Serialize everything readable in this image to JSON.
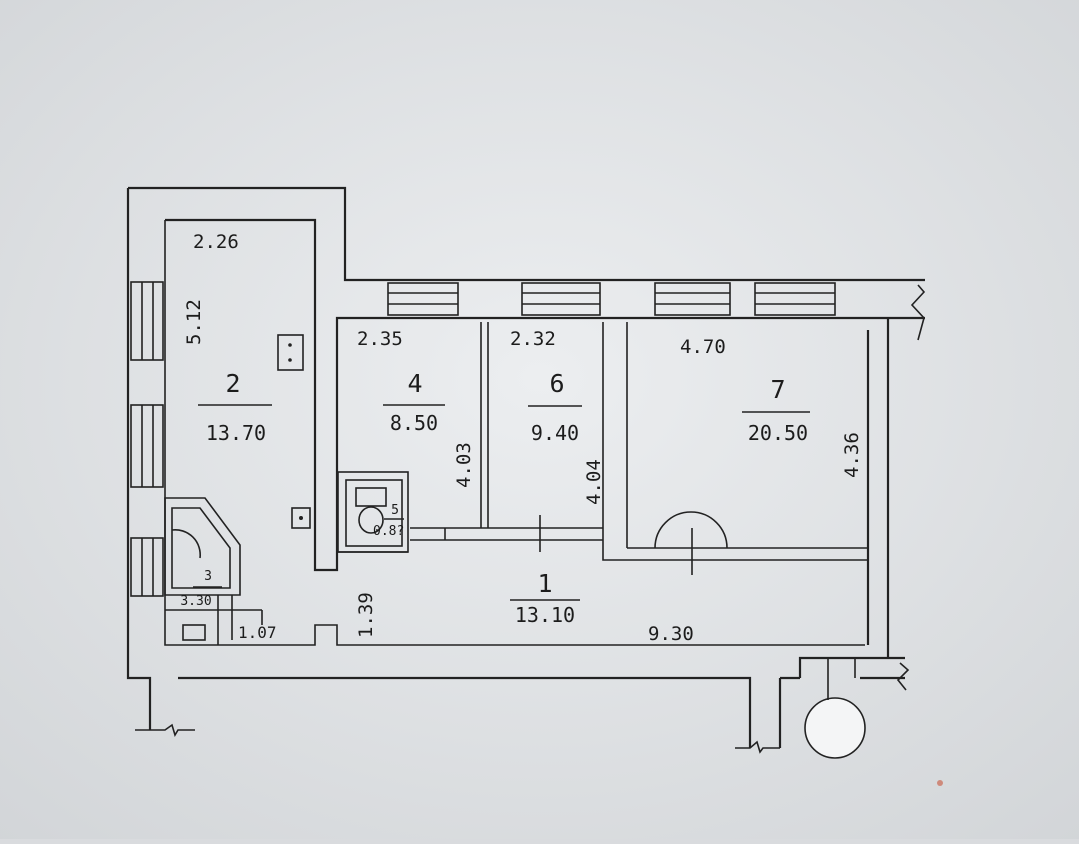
{
  "plan": {
    "rooms": [
      {
        "id": "room-1",
        "number": "1",
        "area": "13.10"
      },
      {
        "id": "room-2",
        "number": "2",
        "area": "13.70"
      },
      {
        "id": "room-3",
        "number": "3",
        "area": "3.30"
      },
      {
        "id": "room-4",
        "number": "4",
        "area": "8.50"
      },
      {
        "id": "room-5",
        "number": "5",
        "area": "0.8?"
      },
      {
        "id": "room-6",
        "number": "6",
        "area": "9.40"
      },
      {
        "id": "room-7",
        "number": "7",
        "area": "20.50"
      }
    ],
    "dimensions": {
      "room2_width": "2.26",
      "room2_length": "5.12",
      "room4_width": "2.35",
      "room4_length": "4.03",
      "room6_width": "2.32",
      "room6_length": "4.04",
      "room7_width": "4.70",
      "room7_length": "4.36",
      "corridor_width": "1.39",
      "corridor_length": "9.30",
      "bath_width": "1.07"
    }
  }
}
